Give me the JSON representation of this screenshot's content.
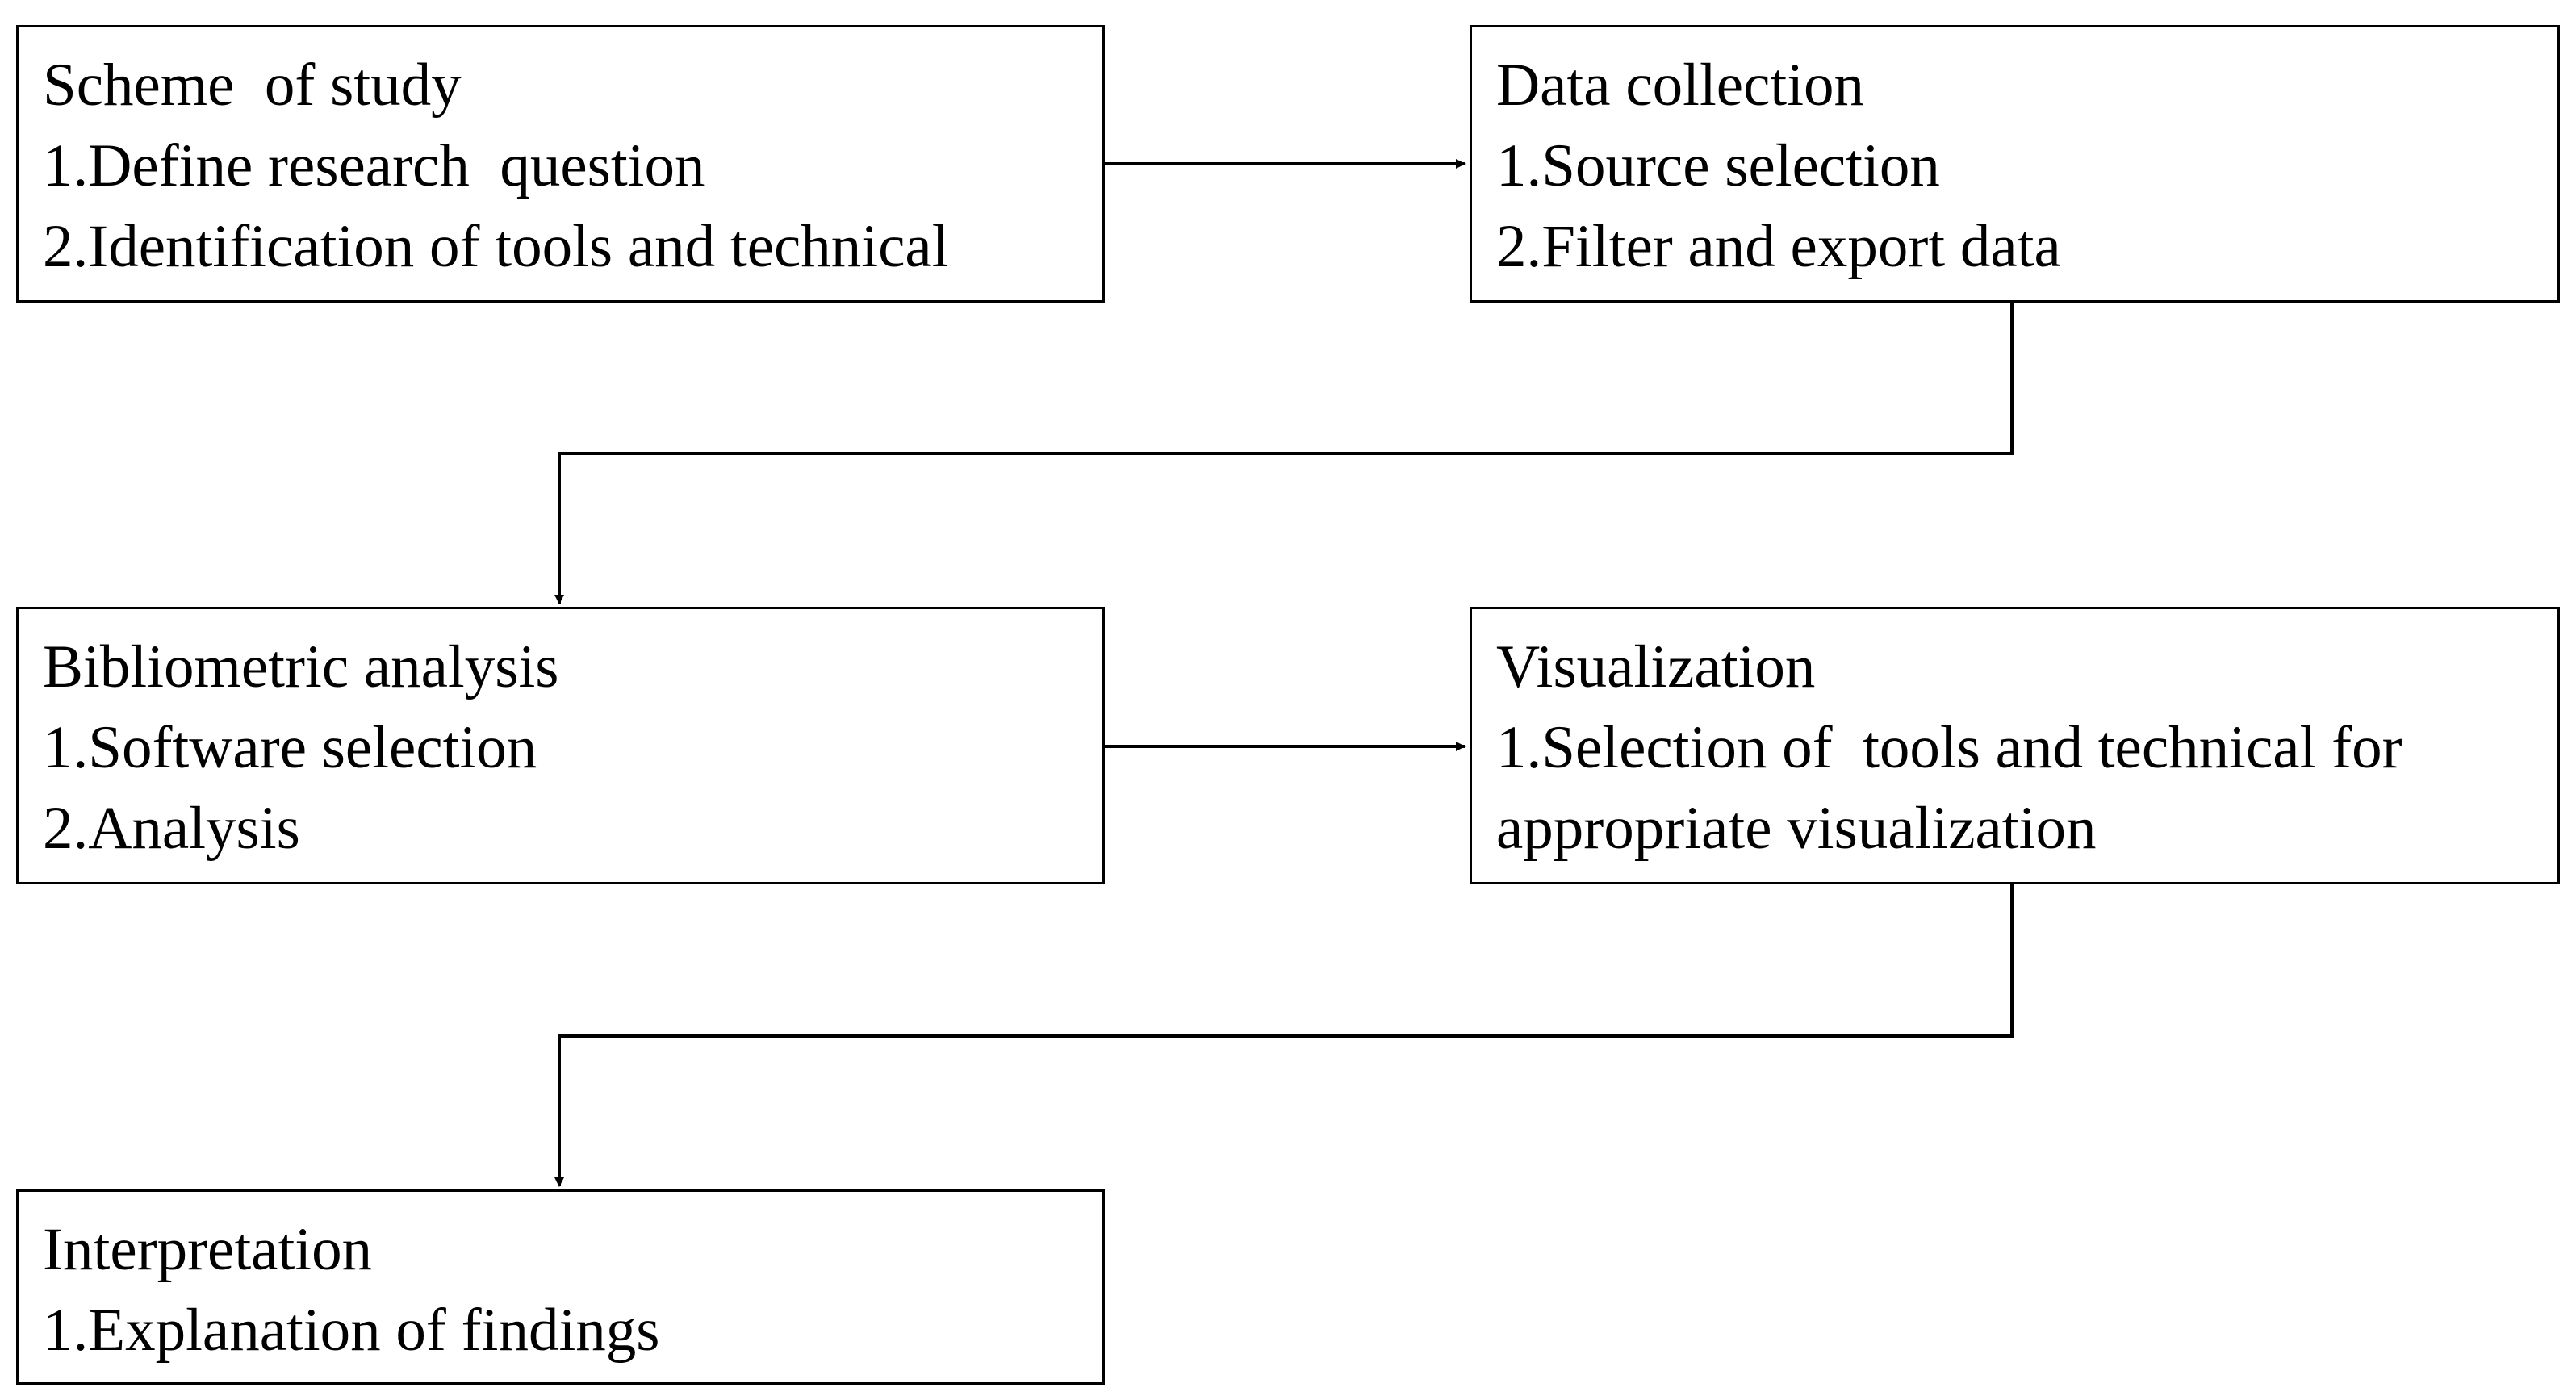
{
  "colors": {
    "stroke": "#000000",
    "background": "#ffffff",
    "text": "#000000"
  },
  "boxes": {
    "scheme": {
      "title": "Scheme  of study",
      "items": [
        "1.Define research  question",
        "2.Identification of tools and technical"
      ]
    },
    "data_collection": {
      "title": "Data collection",
      "items": [
        "1.Source selection",
        "2.Filter and export data"
      ]
    },
    "bibliometric": {
      "title": "Bibliometric analysis",
      "items": [
        "1.Software selection",
        "2.Analysis"
      ]
    },
    "visualization": {
      "title": "Visualization",
      "items": [
        "1.Selection of  tools and technical for",
        "appropriate visualization"
      ]
    },
    "interpretation": {
      "title": "Interpretation",
      "items": [
        "1.Explanation of findings"
      ]
    }
  }
}
